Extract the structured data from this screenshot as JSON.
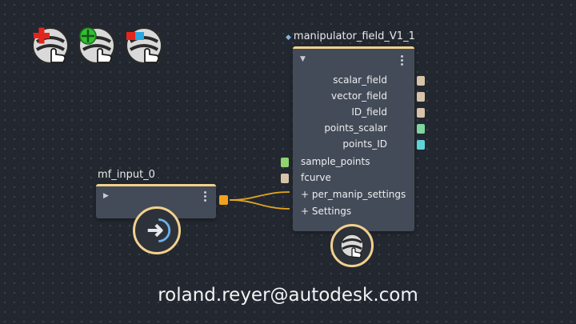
{
  "toolbar": {
    "icons": [
      "add-manipulator-icon",
      "move-manipulator-icon",
      "paint-manipulator-icon"
    ]
  },
  "node_main": {
    "title": "manipulator_field_V1_1",
    "outputs": [
      {
        "label": "scalar_field",
        "color": "#d7c3a8"
      },
      {
        "label": "vector_field",
        "color": "#d7c3a8"
      },
      {
        "label": "ID_field",
        "color": "#d7c3a8"
      },
      {
        "label": "points_scalar",
        "color": "#7fd6a0"
      },
      {
        "label": "points_ID",
        "color": "#5fd3d6"
      }
    ],
    "inputs": [
      {
        "label": "sample_points",
        "color": "#8fd46f"
      },
      {
        "label": "fcurve",
        "color": "#d7c3a8"
      },
      {
        "label": "+ per_manip_settings",
        "color": ""
      },
      {
        "label": "+ Settings",
        "color": ""
      }
    ]
  },
  "node_input": {
    "title": "mf_input_0",
    "output_color": "#f0a21c"
  },
  "colors": {
    "accent": "#f2d08e",
    "wire": "#e5a520",
    "node_body": "#444b58",
    "canvas": "#232830"
  },
  "footer": {
    "email": "roland.reyer@autodesk.com"
  }
}
